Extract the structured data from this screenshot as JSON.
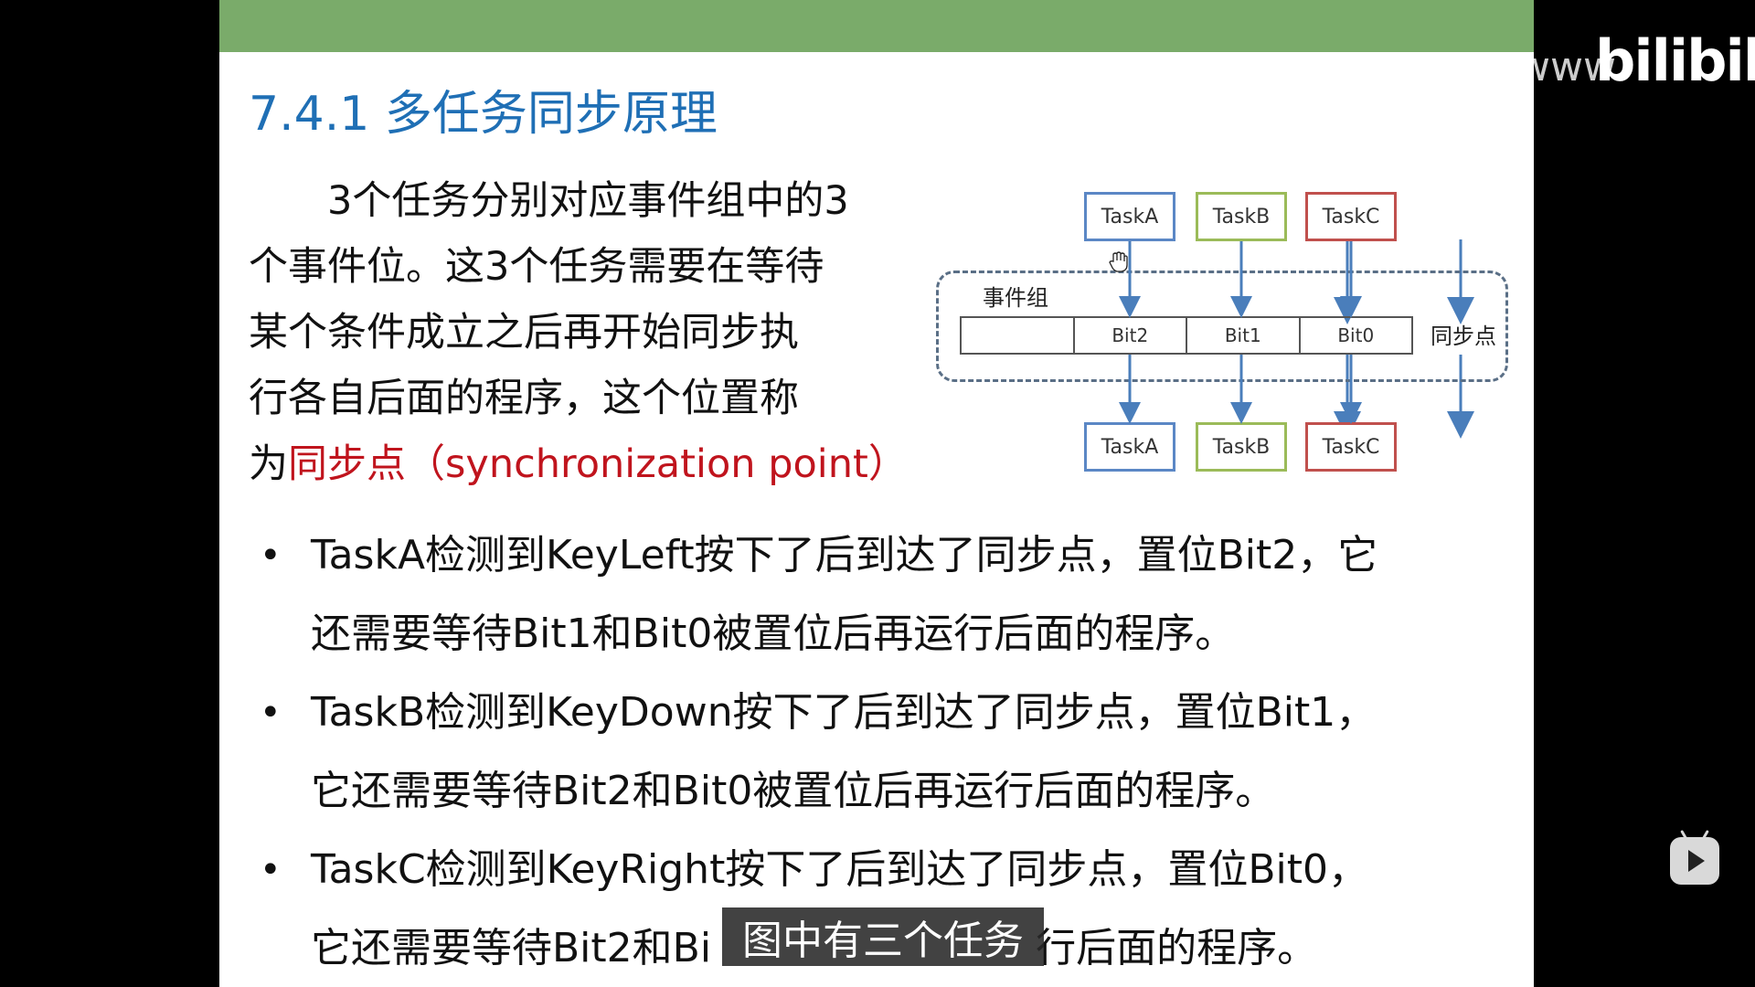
{
  "slide": {
    "title": "7.4.1 多任务同步原理",
    "intro": {
      "line1": "3个任务分别对应事件组中的3",
      "line2": "个事件位。这3个任务需要在等待",
      "line3": "某个条件成立之后再开始同步执",
      "line4": "行各自后面的程序，这个位置称",
      "line5_prefix": "为",
      "line5_highlight": "同步点（synchronization point）"
    },
    "bullets": [
      {
        "l1": "TaskA检测到KeyLeft按下了后到达了同步点，置位Bit2，它",
        "l2": "还需要等待Bit1和Bit0被置位后再运行后面的程序。"
      },
      {
        "l1": "TaskB检测到KeyDown按下了后到达了同步点，置位Bit1，",
        "l2": "它还需要等待Bit2和Bit0被置位后再运行后面的程序。"
      },
      {
        "l1": "TaskC检测到KeyRight按下了后到达了同步点，置位Bit0，",
        "l2": "它还需要等待Bit2和Bi"
      }
    ],
    "bullet_tail": "行后面的程序。",
    "bullet_symbol": "•"
  },
  "diagram": {
    "top_tasks": [
      "TaskA",
      "TaskB",
      "TaskC"
    ],
    "bottom_tasks": [
      "TaskA",
      "TaskB",
      "TaskC"
    ],
    "event_group_label": "事件组",
    "bits": [
      "",
      "Bit2",
      "Bit1",
      "Bit0"
    ],
    "sync_label": "同步点",
    "colors": {
      "taskA": "#5b87c5",
      "taskB": "#9bbb59",
      "taskC": "#c0504d",
      "arrow": "#4a7ebb"
    }
  },
  "subtitle": "图中有三个任务",
  "branding": {
    "logo": "bilibili",
    "watermark_partial": "www"
  },
  "player": {
    "play_icon": "play-icon"
  }
}
